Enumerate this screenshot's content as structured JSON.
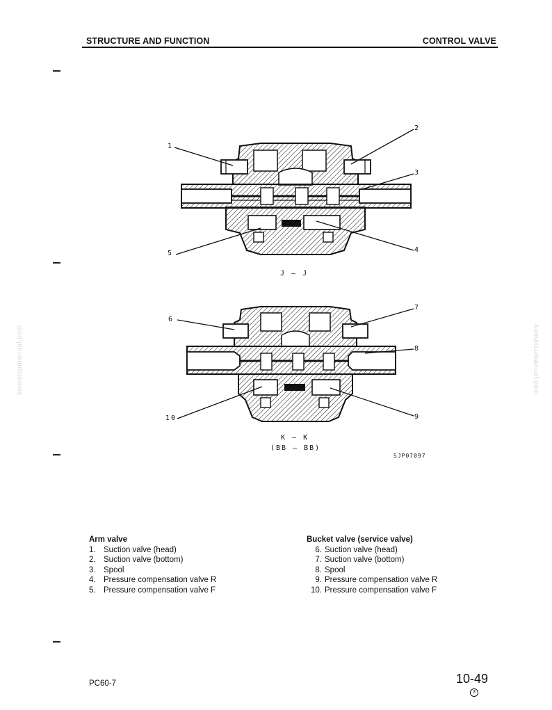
{
  "header": {
    "left": "STRUCTURE AND FUNCTION",
    "right": "CONTROL VALVE"
  },
  "watermark": "komatsumanual.com",
  "diagram": {
    "upper_callouts": [
      "1",
      "2",
      "3",
      "4",
      "5"
    ],
    "upper_section_label": "J – J",
    "lower_callouts": [
      "6",
      "7",
      "8",
      "9",
      "10"
    ],
    "lower_section_label": "K – K",
    "lower_section_sublabel": "(BB – BB)",
    "figure_code": "SJP07097"
  },
  "arm_valve": {
    "title": "Arm valve",
    "items": [
      {
        "num": "1.",
        "text": "Suction valve (head)"
      },
      {
        "num": "2.",
        "text": "Suction valve (bottom)"
      },
      {
        "num": "3.",
        "text": "Spool"
      },
      {
        "num": "4.",
        "text": "Pressure compensation valve R"
      },
      {
        "num": "5.",
        "text": "Pressure compensation valve F"
      }
    ]
  },
  "bucket_valve": {
    "title": "Bucket valve (service valve)",
    "items": [
      {
        "num": "6.",
        "text": "Suction valve (head)"
      },
      {
        "num": "7.",
        "text": "Suction valve (bottom)"
      },
      {
        "num": "8.",
        "text": "Spool"
      },
      {
        "num": "9.",
        "text": "Pressure compensation valve R"
      },
      {
        "num": "10.",
        "text": "Pressure compensation valve F"
      }
    ]
  },
  "footer": {
    "model": "PC60-7",
    "page": "10-49",
    "revision": "3"
  }
}
